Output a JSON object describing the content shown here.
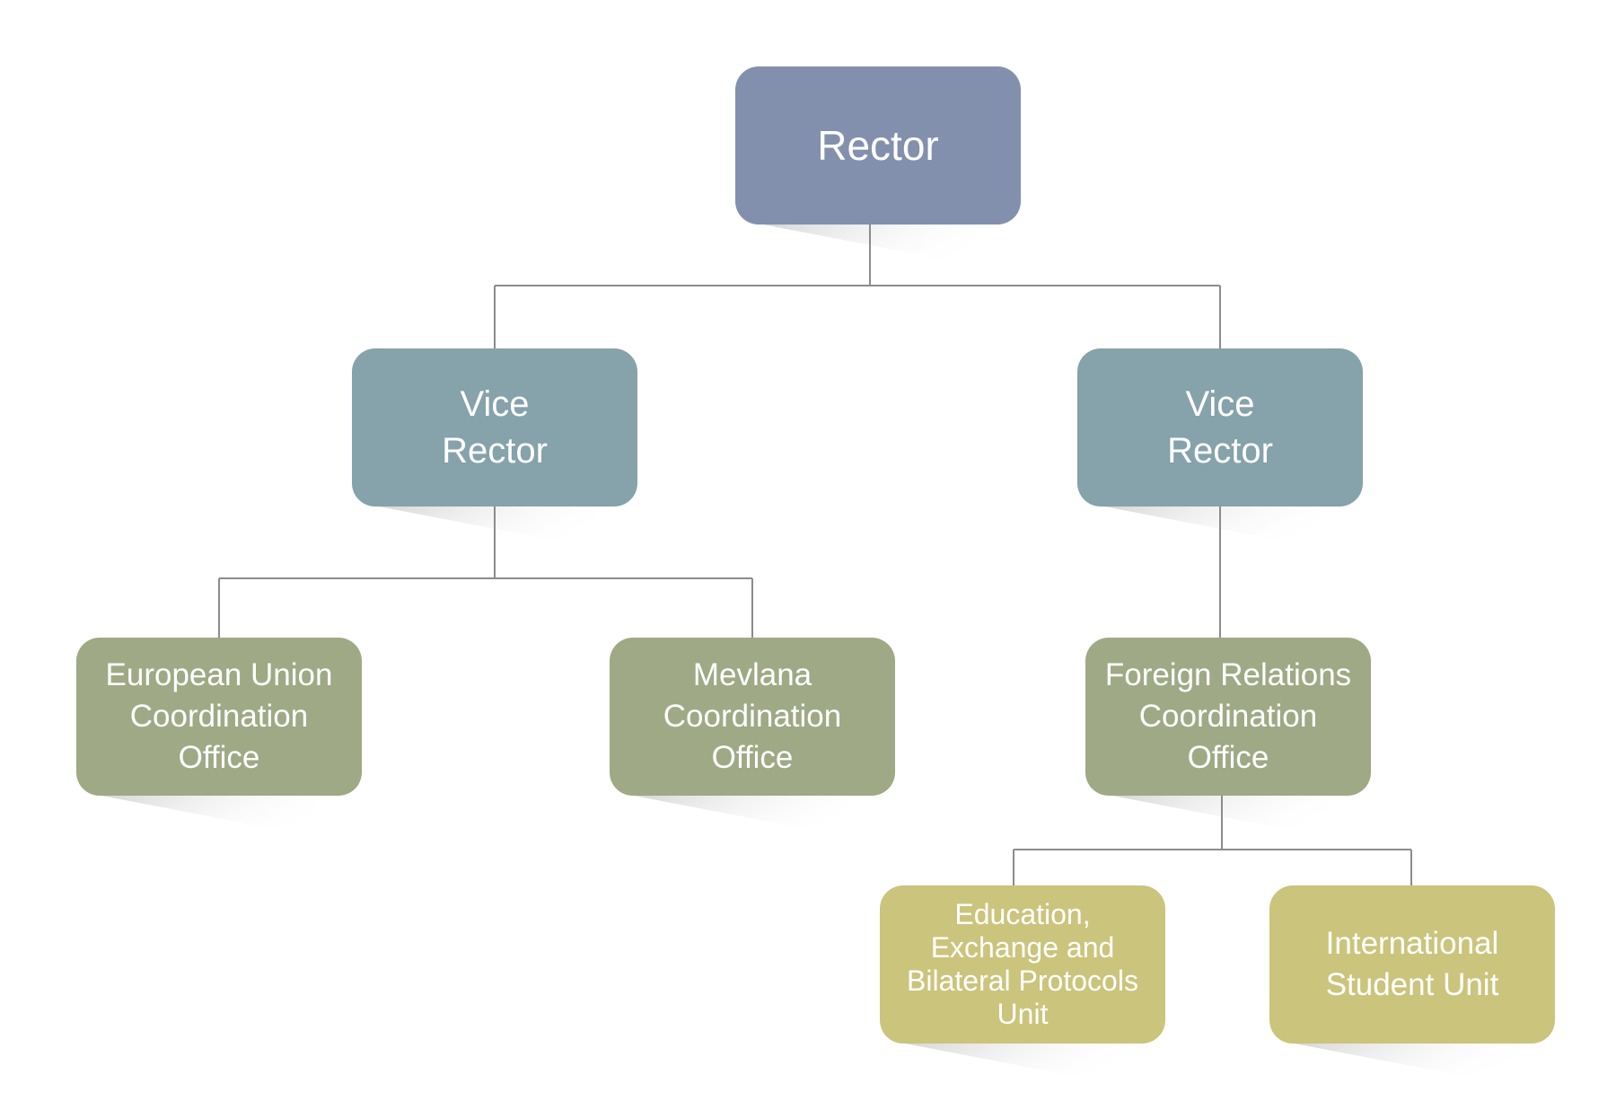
{
  "colors": {
    "rector": "#8390ad",
    "vice_rector": "#86a2aa",
    "office": "#9fa985",
    "unit": "#cbc47c",
    "connector": "#8c8c8c"
  },
  "nodes": {
    "rector": {
      "lines": [
        "Rector"
      ]
    },
    "vice_rector_left": {
      "lines": [
        "Vice",
        "Rector"
      ]
    },
    "vice_rector_right": {
      "lines": [
        "Vice",
        "Rector"
      ]
    },
    "eu_office": {
      "lines": [
        "European Union",
        "Coordination",
        "Office"
      ]
    },
    "mevlana_office": {
      "lines": [
        "Mevlana",
        "Coordination",
        "Office"
      ]
    },
    "foreign_office": {
      "lines": [
        "Foreign Relations",
        "Coordination",
        "Office"
      ]
    },
    "education_unit": {
      "lines": [
        "Education,",
        "Exchange and",
        "Bilateral Protocols",
        "Unit"
      ]
    },
    "international_unit": {
      "lines": [
        "International",
        "Student Unit"
      ]
    }
  }
}
